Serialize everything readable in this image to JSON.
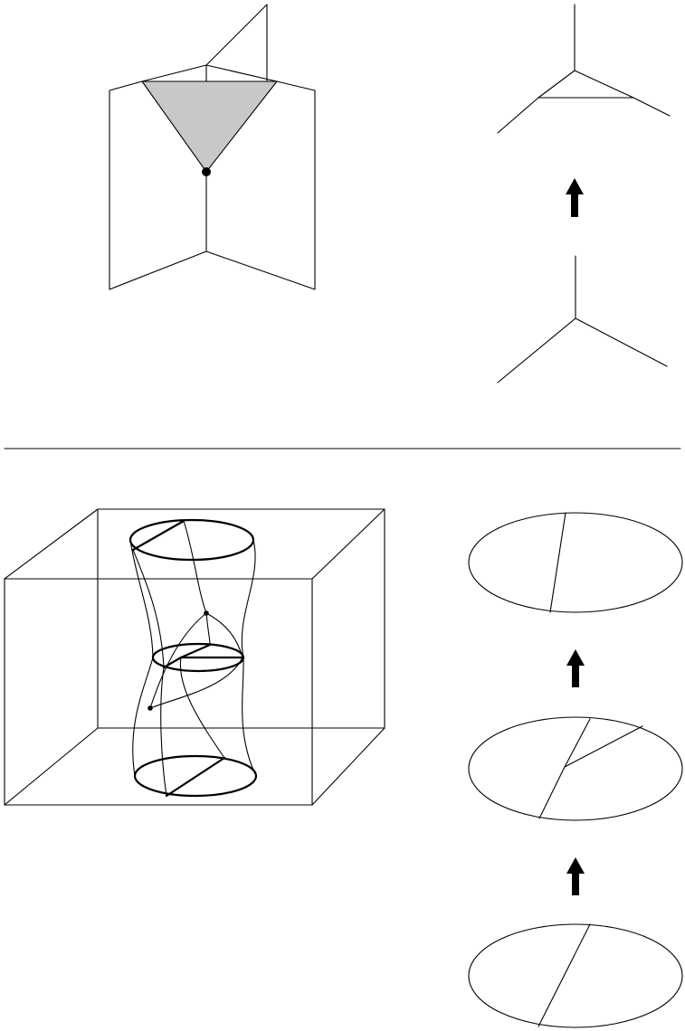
{
  "figure": {
    "colors": {
      "stroke": "#000000",
      "shaded_face": "#c8c8c8",
      "vertex_dot": "#000000",
      "arrow": "#000000",
      "separator": "#000000"
    },
    "top_panel": {
      "left_diagram": "three-sheet-junction-with-shaded-triangle",
      "right_sequence": [
        "triangle-junction",
        "y-junction"
      ],
      "arrow_icons": [
        "up-arrow-icon"
      ]
    },
    "bottom_panel": {
      "left_diagram": "cylinder-in-box-with-moving-cross-sections",
      "right_sequence": [
        "ellipse-single-chord",
        "ellipse-branched-chord",
        "ellipse-single-chord"
      ],
      "arrow_icons": [
        "up-arrow-icon",
        "up-arrow-icon"
      ]
    }
  }
}
